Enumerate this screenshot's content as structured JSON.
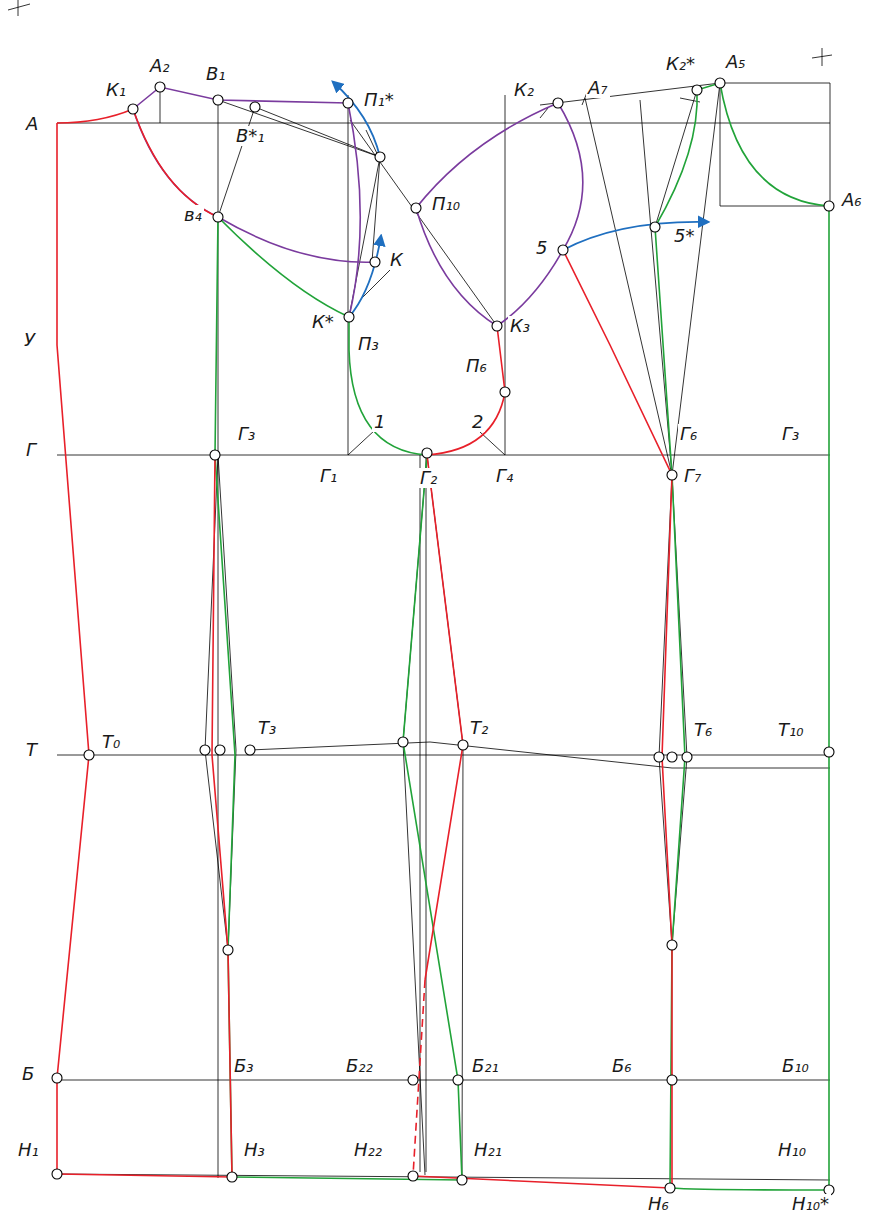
{
  "diagram": {
    "labels": [
      "А",
      "К₁",
      "А₂",
      "В₁",
      "В*₁",
      "П₁*",
      "в₄",
      "К",
      "К*",
      "П₃",
      "П₁₀",
      "К₂",
      "А₇",
      "К₂*",
      "А₅",
      "А₆",
      "5",
      "5*",
      "К₃",
      "П₆",
      "У",
      "Г",
      "Г₃",
      "1",
      "2",
      "Г₁",
      "Г₂",
      "Г₄",
      "Г₆",
      "Г₇",
      "Г₃",
      "Т",
      "Т₀",
      "Т₃",
      "Т₂",
      "Т₆",
      "Т₁₀",
      "Б",
      "Б₃",
      "Б₂₂",
      "Б₂₁",
      "Б₆",
      "Б₁₀",
      "Н₁",
      "Н₃",
      "Н₂₂",
      "Н₂₁",
      "Н₆",
      "Н₁₀",
      "Н₁₀*"
    ]
  }
}
